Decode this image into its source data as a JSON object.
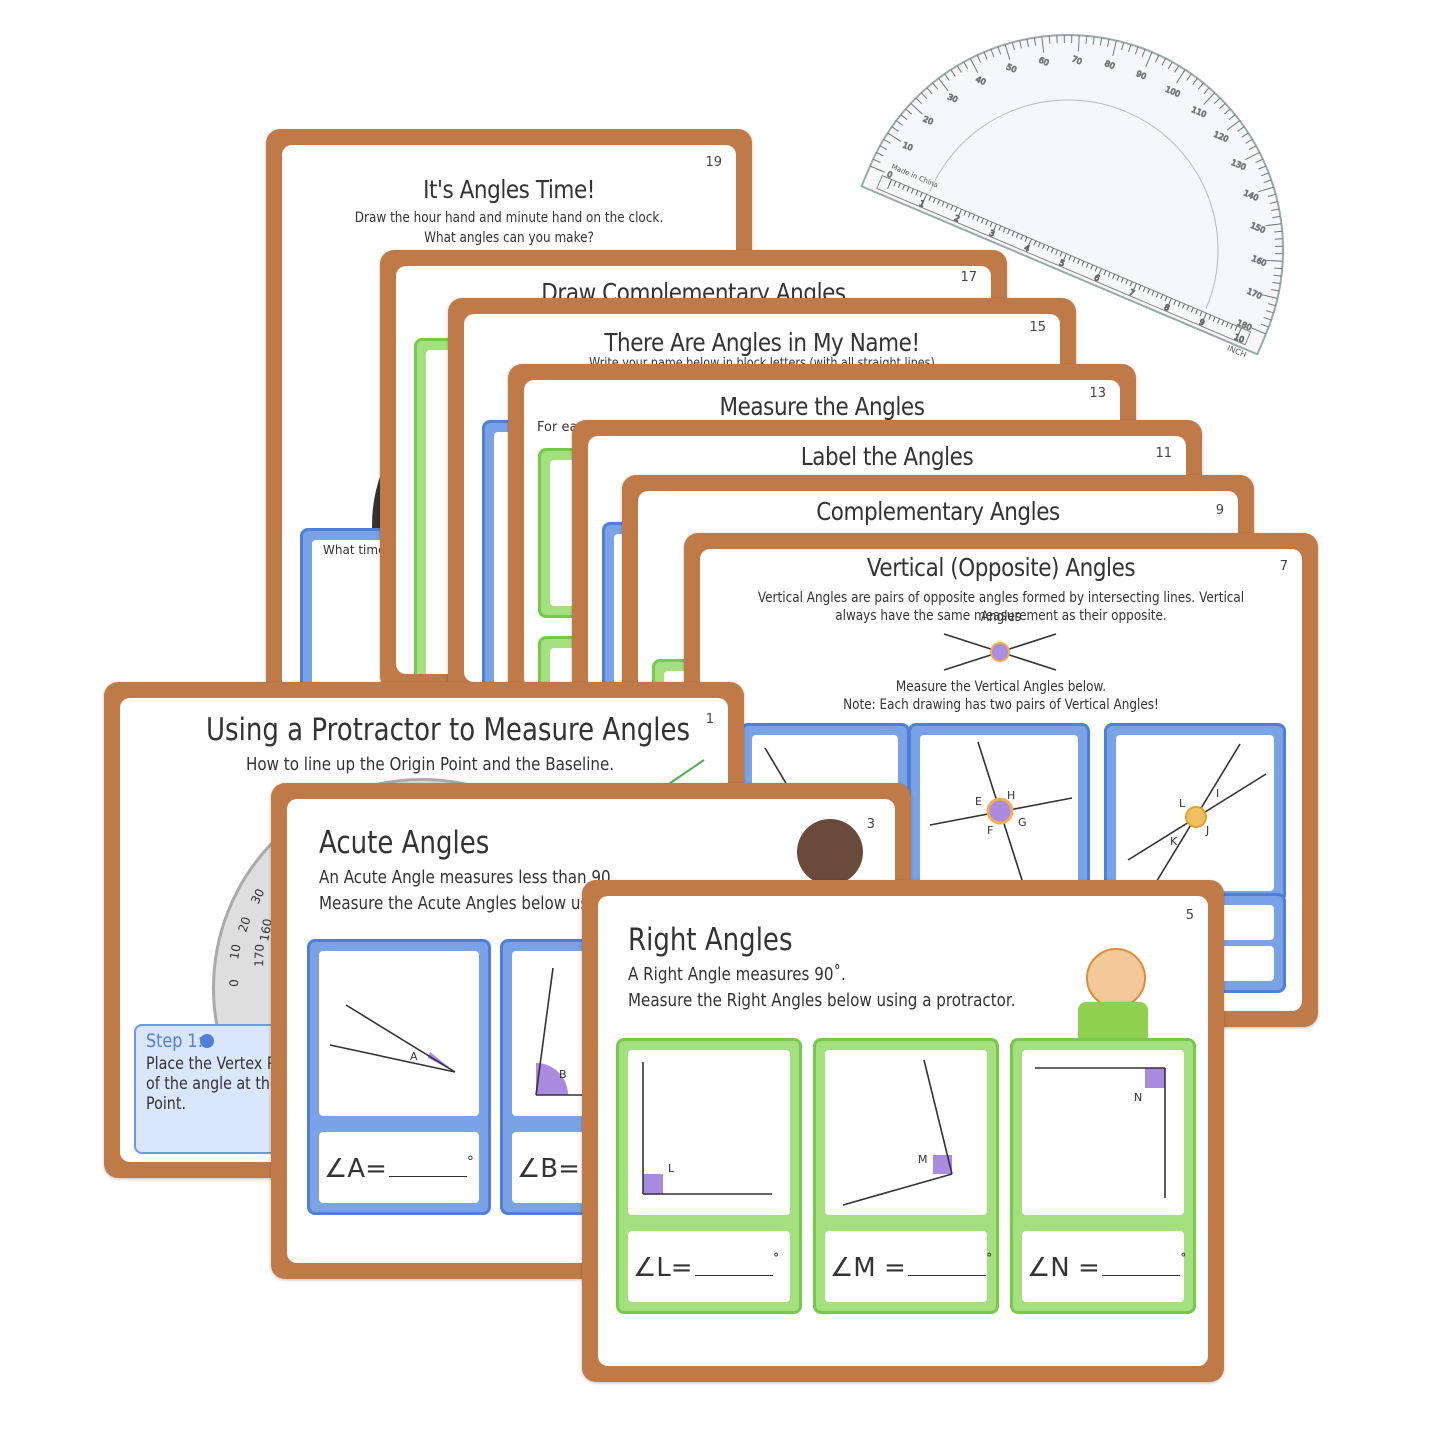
{
  "protractor": {
    "label": "Made in China",
    "unit": "INCH",
    "degree_ticks": [
      "0",
      "10",
      "20",
      "30",
      "40",
      "50",
      "60",
      "70",
      "80",
      "90",
      "100",
      "110",
      "120",
      "130",
      "140",
      "150",
      "160",
      "170",
      "180"
    ],
    "inch_ticks": [
      "1",
      "2",
      "3",
      "4",
      "5",
      "6",
      "7",
      "8",
      "9",
      "10"
    ]
  },
  "cards": {
    "c19": {
      "number": "19",
      "title": "It's Angles Time!",
      "subtitle1": "Draw the hour hand and minute hand on the clock.",
      "subtitle2": "What angles can you make?",
      "prompt": "What time i"
    },
    "c17": {
      "number": "17",
      "title": "Draw Complementary Angles"
    },
    "c15": {
      "number": "15",
      "title": "There Are Angles in My Name!",
      "subtitle": "Write your name below in block letters (with all straight lines)"
    },
    "c13": {
      "number": "13",
      "title": "Measure the Angles",
      "prompt": "For ea"
    },
    "c11": {
      "number": "11",
      "title": "Label the Angles"
    },
    "c9": {
      "number": "9",
      "title": "Complementary Angles"
    },
    "c7": {
      "number": "7",
      "title": "Vertical (Opposite) Angles",
      "desc1": "Vertical Angles are pairs of opposite angles formed by intersecting lines. Vertical Angles",
      "desc2": "always have the same measurement as their opposite.",
      "instr1": "Measure the Vertical Angles below.",
      "instr2": "Note: Each drawing has two pairs of Vertical Angles!",
      "labels_a": [
        "E",
        "H",
        "F",
        "G"
      ],
      "labels_b": [
        "L",
        "I",
        "K",
        "J"
      ]
    },
    "c1": {
      "number": "1",
      "title": "Using a Protractor to Measure Angles",
      "subtitle": "How to line up the Origin Point and the Baseline.",
      "step_label": "Step 1:",
      "step_line1": "Place the Vertex Poi",
      "step_line2": "of the angle at the C",
      "step_line3": "Point.",
      "scale": [
        "0",
        "10",
        "20",
        "30",
        "170",
        "160"
      ]
    },
    "c3": {
      "number": "3",
      "title": "Acute Angles",
      "line1": "An Acute Angle measures less than 90",
      "line2": "Measure the Acute Angles below usi",
      "angle_a": "A",
      "angle_b": "B",
      "answer_a": "∠A=",
      "answer_b": "∠B="
    },
    "c5": {
      "number": "5",
      "title": "Right Angles",
      "line1": "A Right Angle measures 90˚.",
      "line2": "Measure the Right Angles below using a protractor.",
      "angle_l": "L",
      "angle_m": "M",
      "angle_n": "N",
      "answer_l": "∠L=",
      "answer_m": "∠M =",
      "answer_n": "∠N =",
      "degree": "˚"
    }
  },
  "colors": {
    "card_border": "#c07a48",
    "blue_panel": "#4f7fd6",
    "green_panel": "#76c94a",
    "angle_fill": "#a98be0"
  }
}
